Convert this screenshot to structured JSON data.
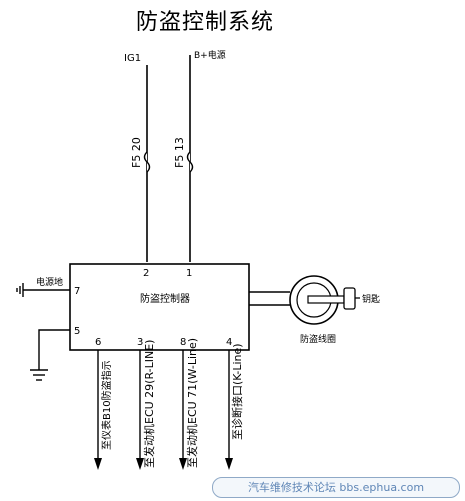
{
  "title": "防盗控制系统",
  "supplies": [
    {
      "label": "IG1"
    },
    {
      "label": "B+电源"
    }
  ],
  "fuses": [
    {
      "label": "F5 20"
    },
    {
      "label": "F5 13"
    }
  ],
  "module": {
    "label": "防盗控制器",
    "pins": [
      "2",
      "1",
      "7",
      "5",
      "6",
      "3",
      "8",
      "4"
    ]
  },
  "indicator_label": "电源地",
  "coil": {
    "label": "防盗线圈"
  },
  "key": {
    "label": "钥匙"
  },
  "outputs": [
    {
      "label": "至仪表B10防盗指示"
    },
    {
      "label": "至发动机ECU 29(R-LINE)"
    },
    {
      "label": "至发动机ECU 71(W-Line)"
    },
    {
      "label": "至诊断接口(K-Line)"
    }
  ],
  "watermark": "汽车维修技术论坛 bbs.ephua.com"
}
